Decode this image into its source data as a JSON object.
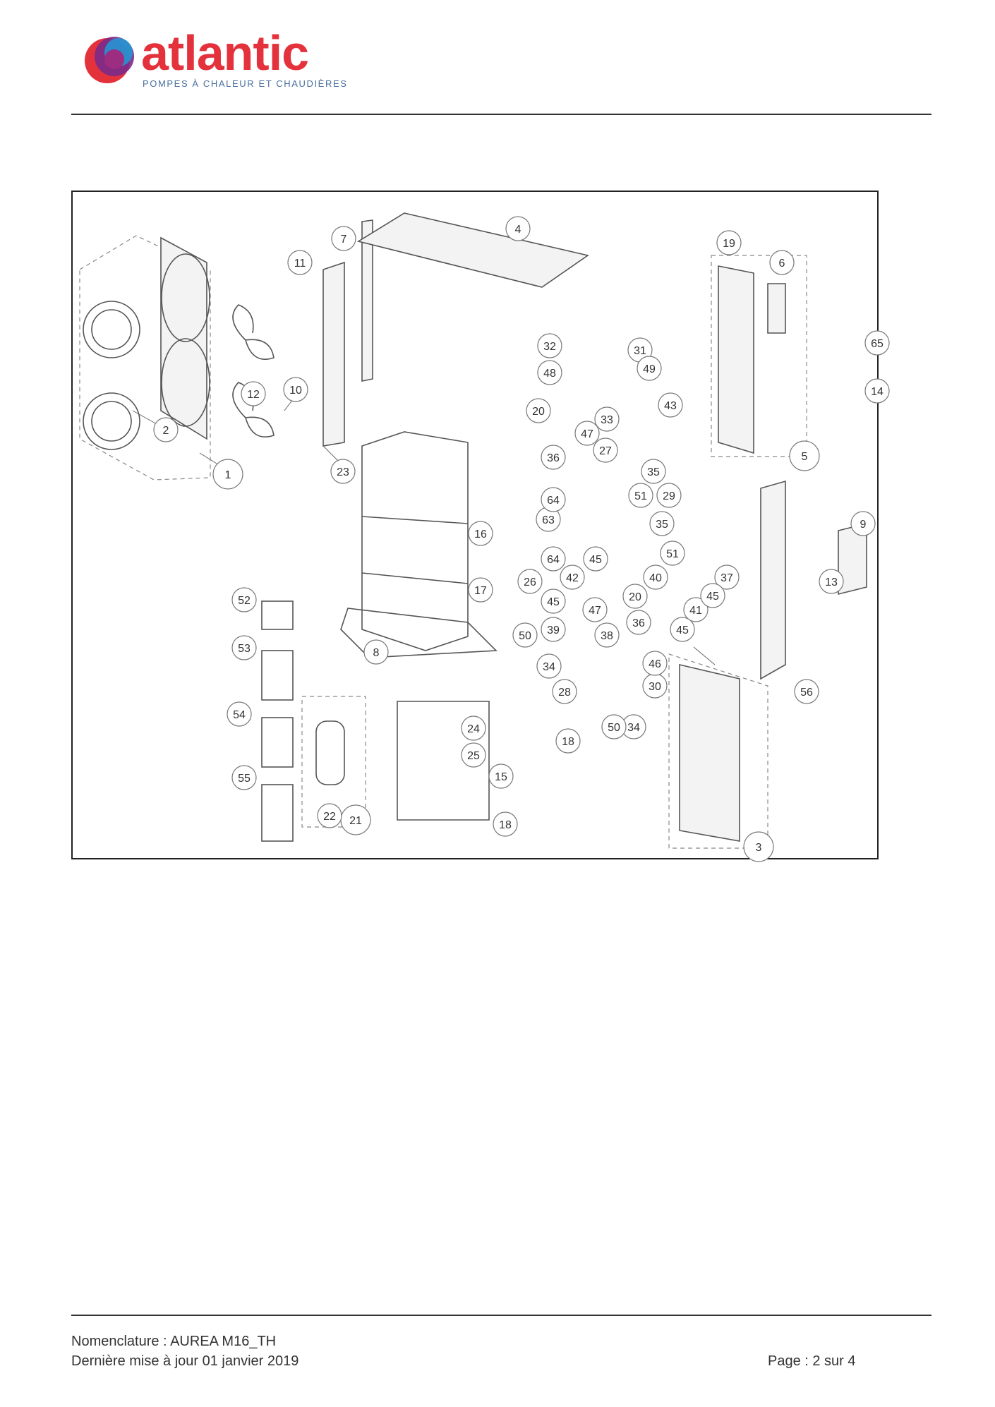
{
  "header": {
    "brand": "atlantic",
    "tagline": "POMPES À CHALEUR ET CHAUDIÈRES",
    "brand_colors": {
      "red": "#e4323c",
      "purple": "#7b2a8a",
      "blue": "#1e9bd7"
    }
  },
  "diagram": {
    "callouts": [
      "1",
      "2",
      "3",
      "4",
      "5",
      "6",
      "7",
      "8",
      "9",
      "10",
      "11",
      "12",
      "13",
      "14",
      "15",
      "16",
      "17",
      "18",
      "18",
      "19",
      "20",
      "20",
      "21",
      "22",
      "23",
      "24",
      "25",
      "26",
      "27",
      "28",
      "29",
      "30",
      "31",
      "32",
      "33",
      "34",
      "34",
      "35",
      "35",
      "36",
      "36",
      "37",
      "38",
      "39",
      "40",
      "41",
      "42",
      "43",
      "45",
      "45",
      "45",
      "45",
      "46",
      "47",
      "47",
      "48",
      "49",
      "50",
      "50",
      "51",
      "51",
      "52",
      "53",
      "54",
      "55",
      "56",
      "63",
      "64",
      "64",
      "65"
    ]
  },
  "footer": {
    "nomenclature": "Nomenclature : AUREA M16_TH",
    "updated": "Dernière mise à jour 01 janvier 2019",
    "page": "Page : 2 sur 4"
  }
}
